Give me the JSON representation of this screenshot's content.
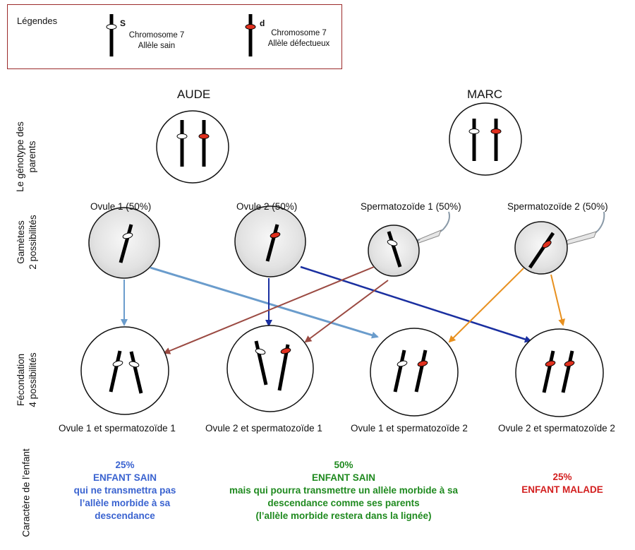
{
  "legend": {
    "title": "Légendes",
    "healthy": {
      "letter": "S",
      "line1": "Chromosome 7",
      "line2": "Allèle sain"
    },
    "defective": {
      "letter": "d",
      "line1": "Chromosome 7",
      "line2": "Allèle défectueux"
    }
  },
  "parents": {
    "mother": "AUDE",
    "father": "MARC"
  },
  "row_labels": {
    "genotype_line1": "Le génotype des",
    "genotype_line2": "parents",
    "gametes_line1": "Gamètess",
    "gametes_line2": "2 possibilités",
    "fecondation_line1": "Fécondation",
    "fecondation_line2": "4 possibilités",
    "character": "Caractère de l’enfant"
  },
  "gametes": [
    "Ovule 1 (50%)",
    "Ovule 2 (50%)",
    "Spermatozoïde 1 (50%)",
    "Spermatozoïde 2 (50%)"
  ],
  "crosses": [
    "Ovule 1 et spermatozoïde 1",
    "Ovule 2 et spermatozoïde 1",
    "Ovule 1 et spermatozoïde 2",
    "Ovule 2 et spermatozoïde 2"
  ],
  "results": {
    "healthy_carrier_free": {
      "percent": "25%",
      "label": "ENFANT SAIN",
      "line1": "qui ne transmettra pas",
      "line2": "l’allèle morbide à sa",
      "line3": "descendance"
    },
    "healthy_carrier": {
      "percent": "50%",
      "label": "ENFANT SAIN",
      "line1": "mais qui pourra transmettre un allèle morbide à sa",
      "line2": "descendance comme ses parents",
      "line3": "(l’allèle morbide restera dans la lignée)"
    },
    "sick": {
      "percent": "25%",
      "label": "ENFANT MALADE"
    }
  },
  "colors": {
    "healthy_allele": "#ffffff",
    "defective_allele": "#e0301e",
    "arrow_ovule1": "#6a9ccc",
    "arrow_ovule2": "#1a2fa0",
    "arrow_sperm1": "#9b4a42",
    "arrow_sperm2": "#e8901e",
    "result_blue": "#3a63d0",
    "result_green": "#1f8a1f",
    "result_red": "#d32020",
    "legend_border": "#9b2a2a"
  }
}
